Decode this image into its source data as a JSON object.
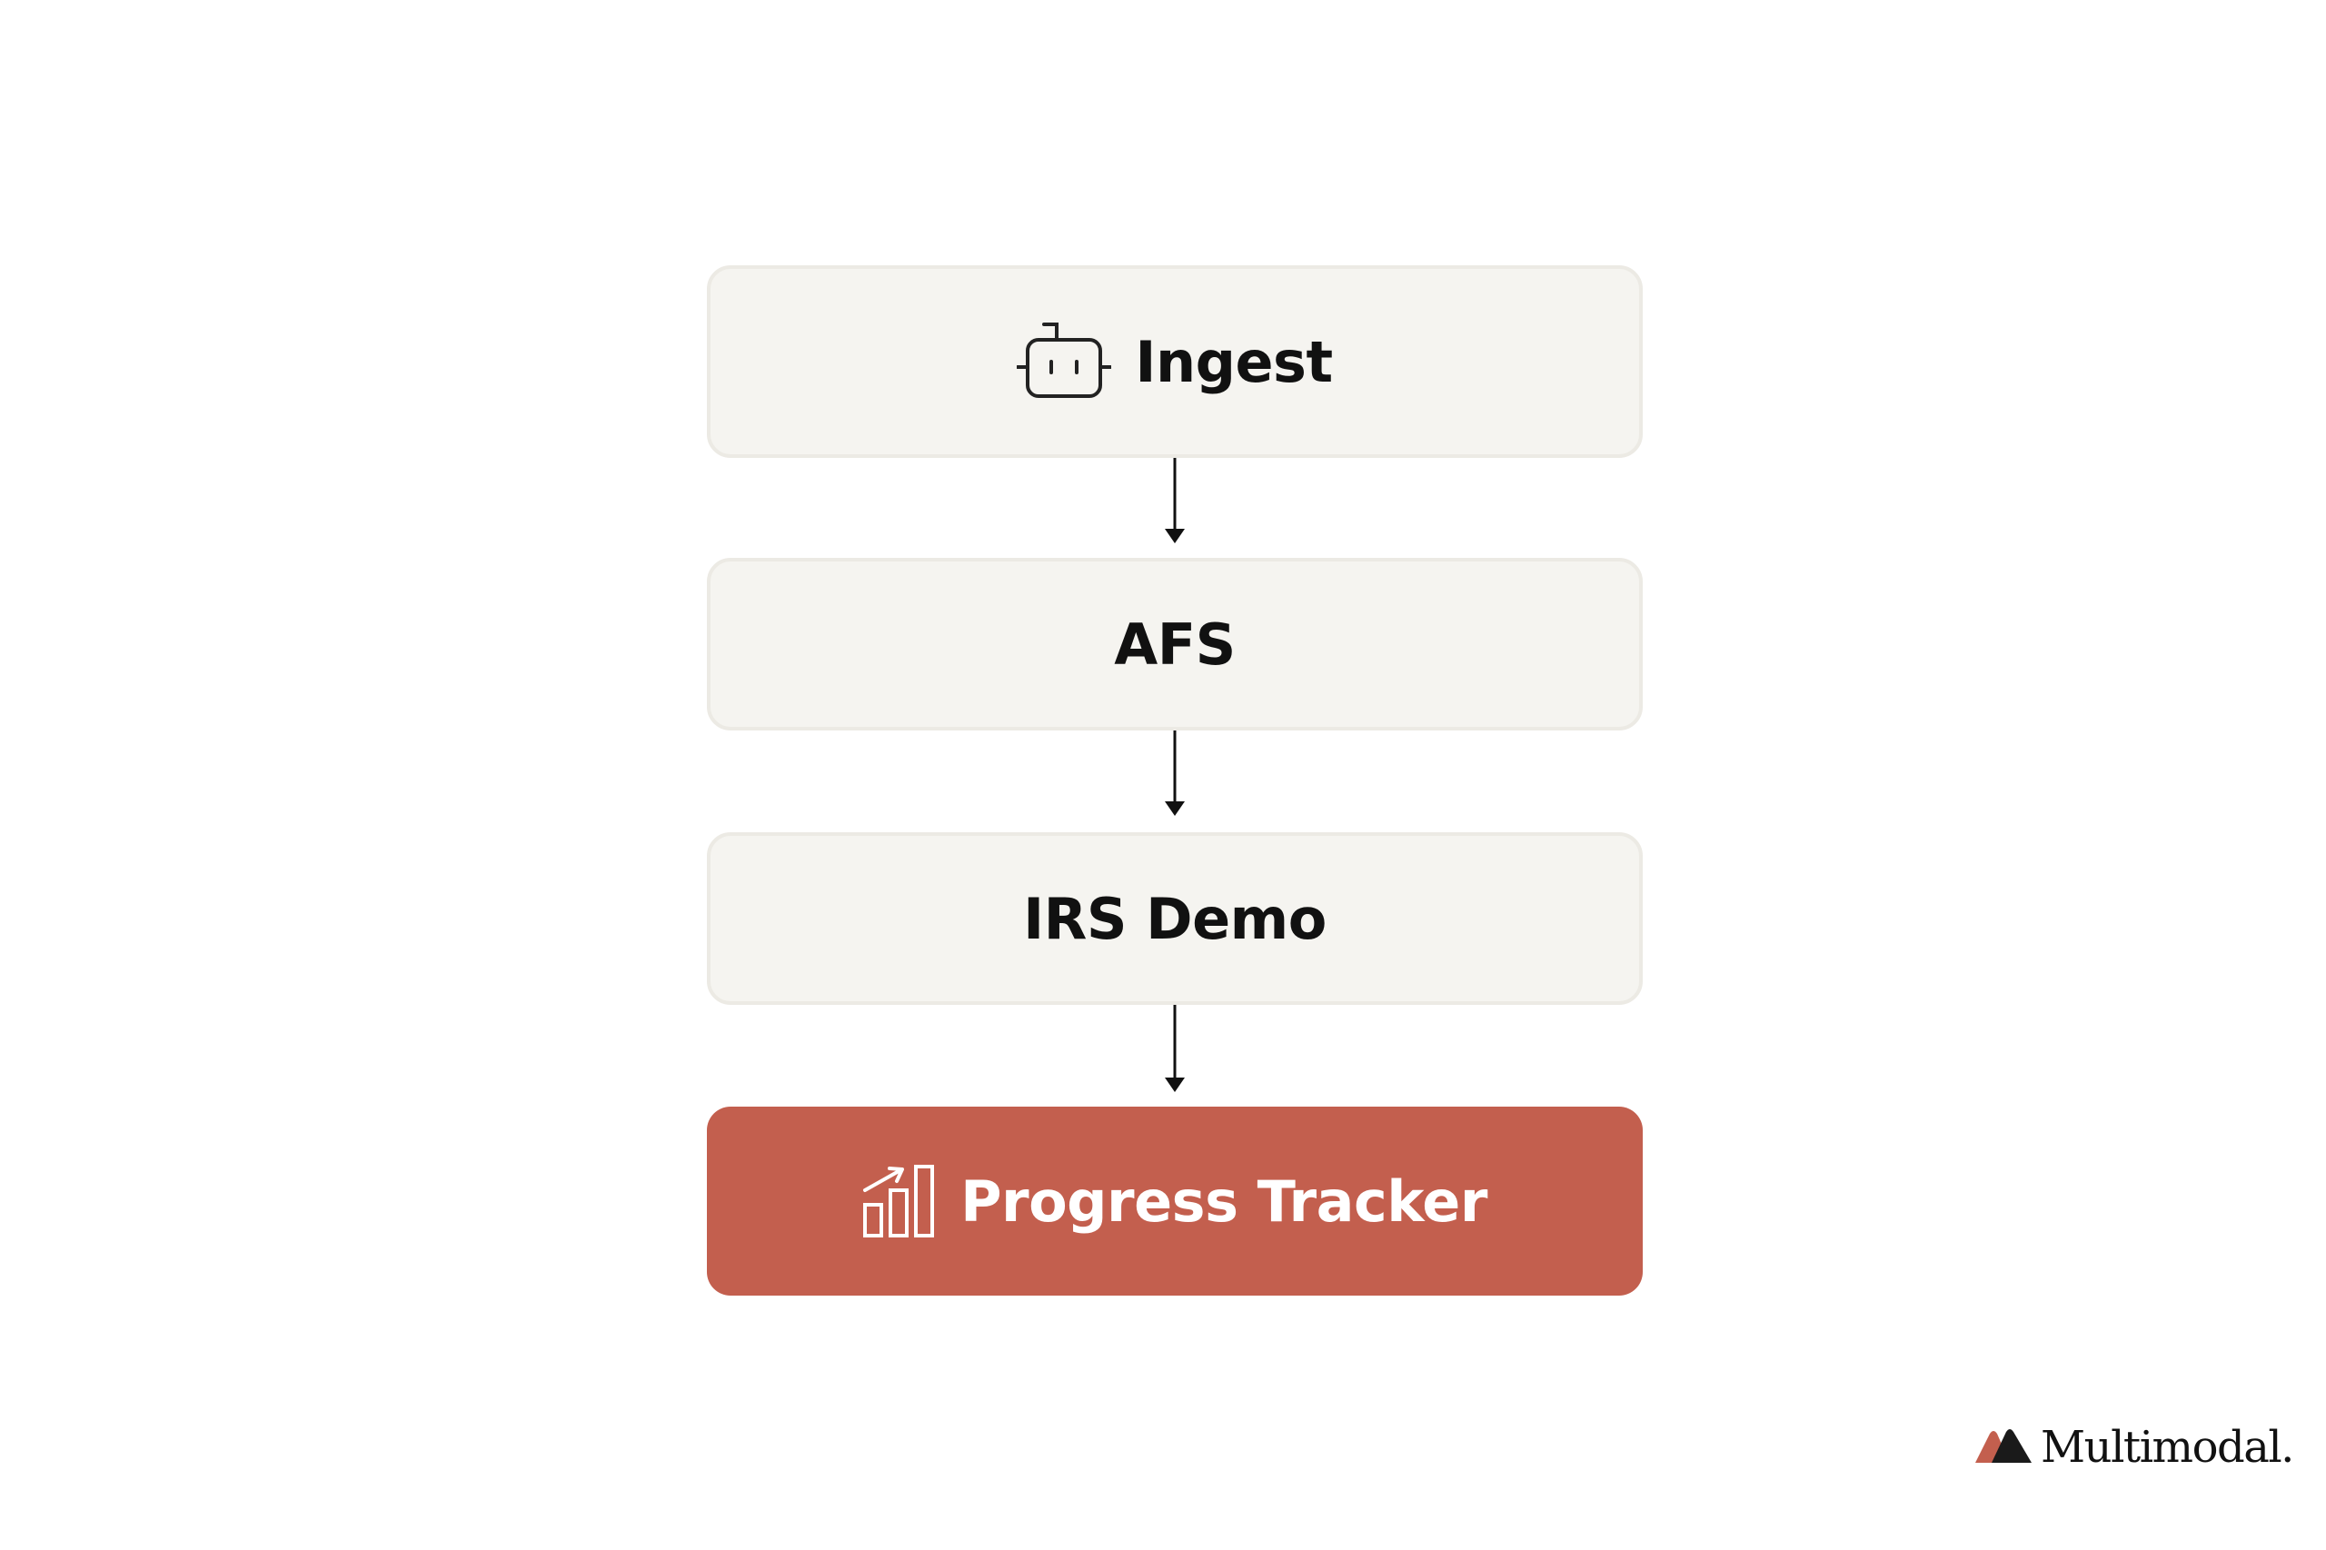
{
  "nodes": [
    {
      "label": "Ingest",
      "icon": "robot-icon"
    },
    {
      "label": "AFS",
      "icon": ""
    },
    {
      "label": "IRS Demo",
      "icon": ""
    },
    {
      "label": "Progress Tracker",
      "icon": "bar-chart-trend-icon"
    }
  ],
  "edges": [
    {
      "from": "Ingest",
      "to": "AFS"
    },
    {
      "from": "AFS",
      "to": "IRS Demo"
    },
    {
      "from": "IRS Demo",
      "to": "Progress Tracker"
    }
  ],
  "brand": {
    "name": "Multimodal.",
    "logo_icon": "multimodal-logo-icon"
  },
  "colors": {
    "box_fill": "#f5f4f0",
    "box_border": "#eceae4",
    "accent": "#c35f4e",
    "text": "#111111"
  }
}
